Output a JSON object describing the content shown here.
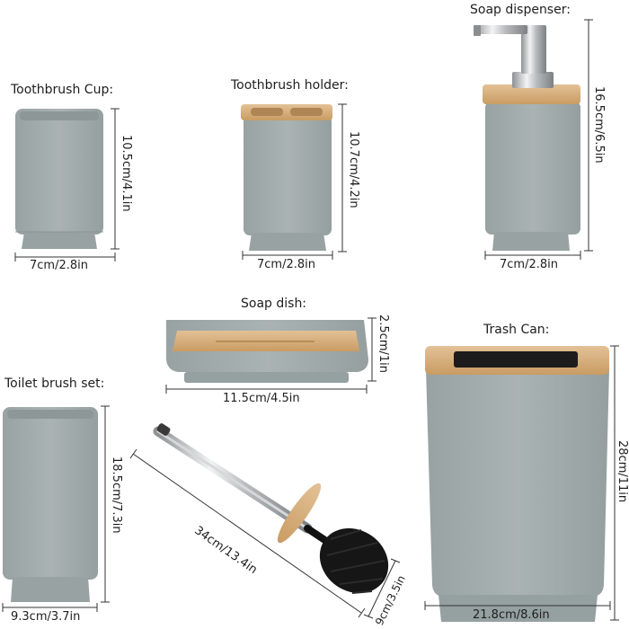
{
  "products": {
    "cup": {
      "title": "Toothbrush Cup:",
      "width": "7cm/2.8in",
      "height": "10.5cm/4.1in"
    },
    "holder": {
      "title": "Toothbrush holder:",
      "width": "7cm/2.8in",
      "height": "10.7cm/4.2in"
    },
    "dispenser": {
      "title": "Soap dispenser:",
      "width": "7cm/2.8in",
      "height": "16.5cm/6.5in"
    },
    "soapdish": {
      "title": "Soap dish:",
      "width": "11.5cm/4.5in",
      "height": "2.5cm/1in"
    },
    "trash": {
      "title": "Trash Can:",
      "width": "21.8cm/8.6in",
      "height": "28cm/11in"
    },
    "brushset": {
      "title": "Toilet brush set:",
      "width": "9.3cm/3.7in",
      "height": "18.5cm/7.3in",
      "brush_length": "34cm/13.4in",
      "brush_head": "9cm/3.5in"
    }
  },
  "colors": {
    "body": "#a4adad",
    "body_dark": "#8c9595",
    "bamboo": "#d7b07c",
    "metal": "#c9ccce",
    "bristle": "#151515"
  }
}
